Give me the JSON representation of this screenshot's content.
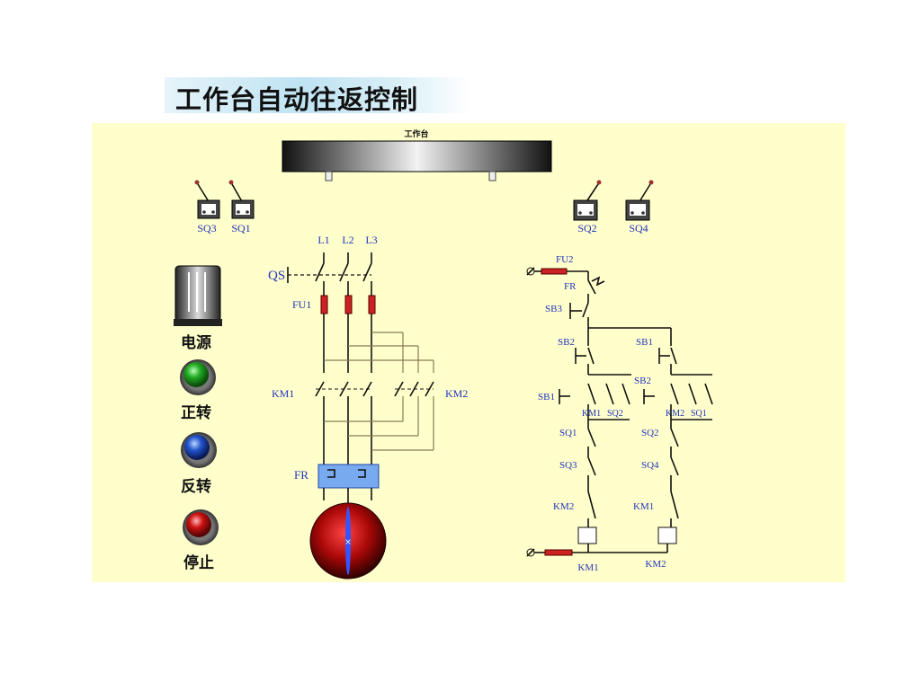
{
  "title": "工作台自动往返控制",
  "worktable": {
    "label": "工作台"
  },
  "limit_switches": {
    "sq3": "SQ3",
    "sq1": "SQ1",
    "sq2": "SQ2",
    "sq4": "SQ4"
  },
  "panel_buttons": {
    "power": "电源",
    "forward": "正转",
    "reverse": "反转",
    "stop": "停止"
  },
  "main_circuit": {
    "l1": "L1",
    "l2": "L2",
    "l3": "L3",
    "qs": "QS",
    "fu1": "FU1",
    "km1": "KM1",
    "km2": "KM2",
    "fr": "FR"
  },
  "control_circuit": {
    "fu2": "FU2",
    "fr": "FR",
    "sb3": "SB3",
    "sb2_left": "SB2",
    "sb1_right": "SB1",
    "sb1_left": "SB1",
    "sb2_right": "SB2",
    "km1_aux": "KM1",
    "sq2_aux": "SQ2",
    "km2_aux": "KM2",
    "sq1_aux": "SQ1",
    "sq1_left": "SQ1",
    "sq3_left": "SQ3",
    "sq2_right": "SQ2",
    "sq4_right": "SQ4",
    "km2_interlock": "KM2",
    "km1_interlock": "KM1",
    "coil_km1": "KM1",
    "coil_km2": "KM2"
  },
  "colors": {
    "panel": "#ffffcc",
    "label_blue": "#2233bb",
    "fuse_red": "#cc2222",
    "fr_blue": "#77aaee"
  }
}
